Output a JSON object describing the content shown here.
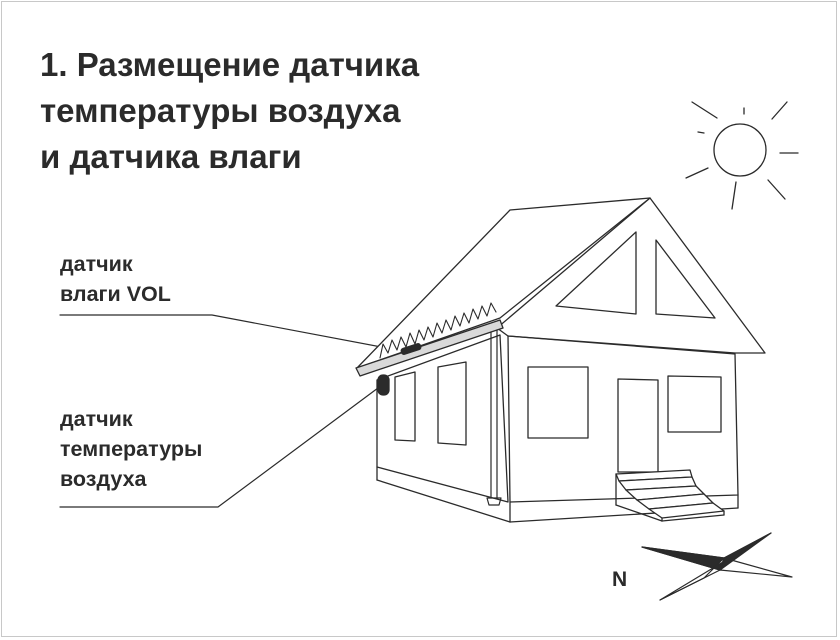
{
  "title": {
    "lines": [
      "1. Размещение датчика",
      "температуры воздуха",
      "и датчика влаги"
    ]
  },
  "labels": {
    "moisture_sensor": [
      "датчик",
      "влаги VOL"
    ],
    "temperature_sensor": [
      "датчик",
      "температуры",
      "воздуха"
    ]
  },
  "compass": {
    "north_label": "N"
  },
  "icons": [
    "sun-icon",
    "house-illustration",
    "compass-rose-icon"
  ]
}
